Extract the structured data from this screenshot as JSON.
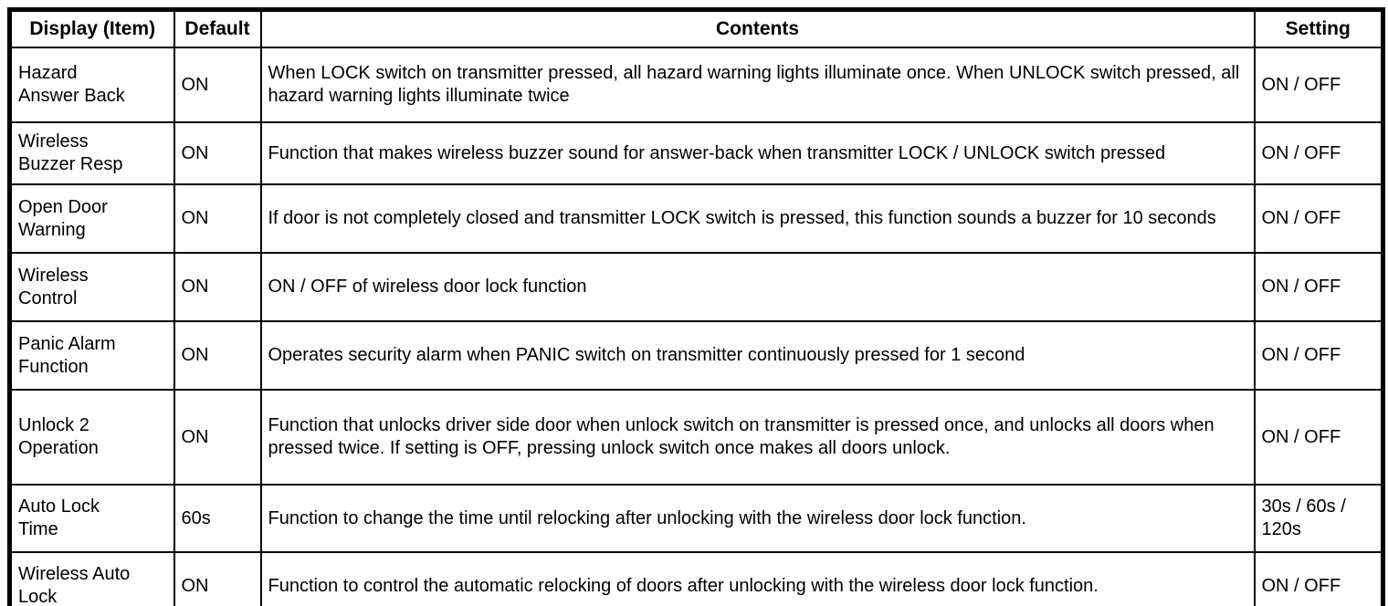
{
  "table": {
    "headers": {
      "display": "Display (Item)",
      "default": "Default",
      "contents": "Contents",
      "setting": "Setting"
    },
    "rows": [
      {
        "display": "Hazard\nAnswer Back",
        "default": "ON",
        "contents": "When LOCK switch on transmitter pressed, all hazard warning lights illuminate once. When UNLOCK switch pressed, all hazard warning lights illuminate twice",
        "setting": "ON / OFF"
      },
      {
        "display": "Wireless\nBuzzer Resp",
        "default": "ON",
        "contents": "Function that makes wireless buzzer sound for answer-back when transmitter LOCK / UNLOCK switch pressed",
        "setting": "ON / OFF"
      },
      {
        "display": "Open Door\nWarning",
        "default": "ON",
        "contents": "If door is not completely closed and transmitter LOCK switch is pressed, this function sounds a buzzer for 10 seconds",
        "setting": "ON / OFF"
      },
      {
        "display": "Wireless\nControl",
        "default": "ON",
        "contents": "ON / OFF of wireless door lock function",
        "setting": "ON / OFF"
      },
      {
        "display": "Panic Alarm\nFunction",
        "default": "ON",
        "contents": "Operates security alarm when PANIC switch on transmitter continuously pressed for 1 second",
        "setting": "ON / OFF"
      },
      {
        "display": "Unlock 2\nOperation",
        "default": "ON",
        "contents": "Function that unlocks driver side door when unlock switch on transmitter is pressed once, and unlocks all doors when pressed twice. If setting is OFF, pressing unlock switch once makes all doors unlock.",
        "setting": "ON / OFF"
      },
      {
        "display": "Auto Lock\nTime",
        "default": "60s",
        "contents": "Function to change the time until relocking after unlocking with the wireless door lock function.",
        "setting": "30s / 60s / 120s"
      },
      {
        "display": "Wireless Auto\nLock",
        "default": "ON",
        "contents": "Function to control the automatic relocking of doors after unlocking with the wireless door lock function.",
        "setting": "ON / OFF"
      }
    ]
  }
}
